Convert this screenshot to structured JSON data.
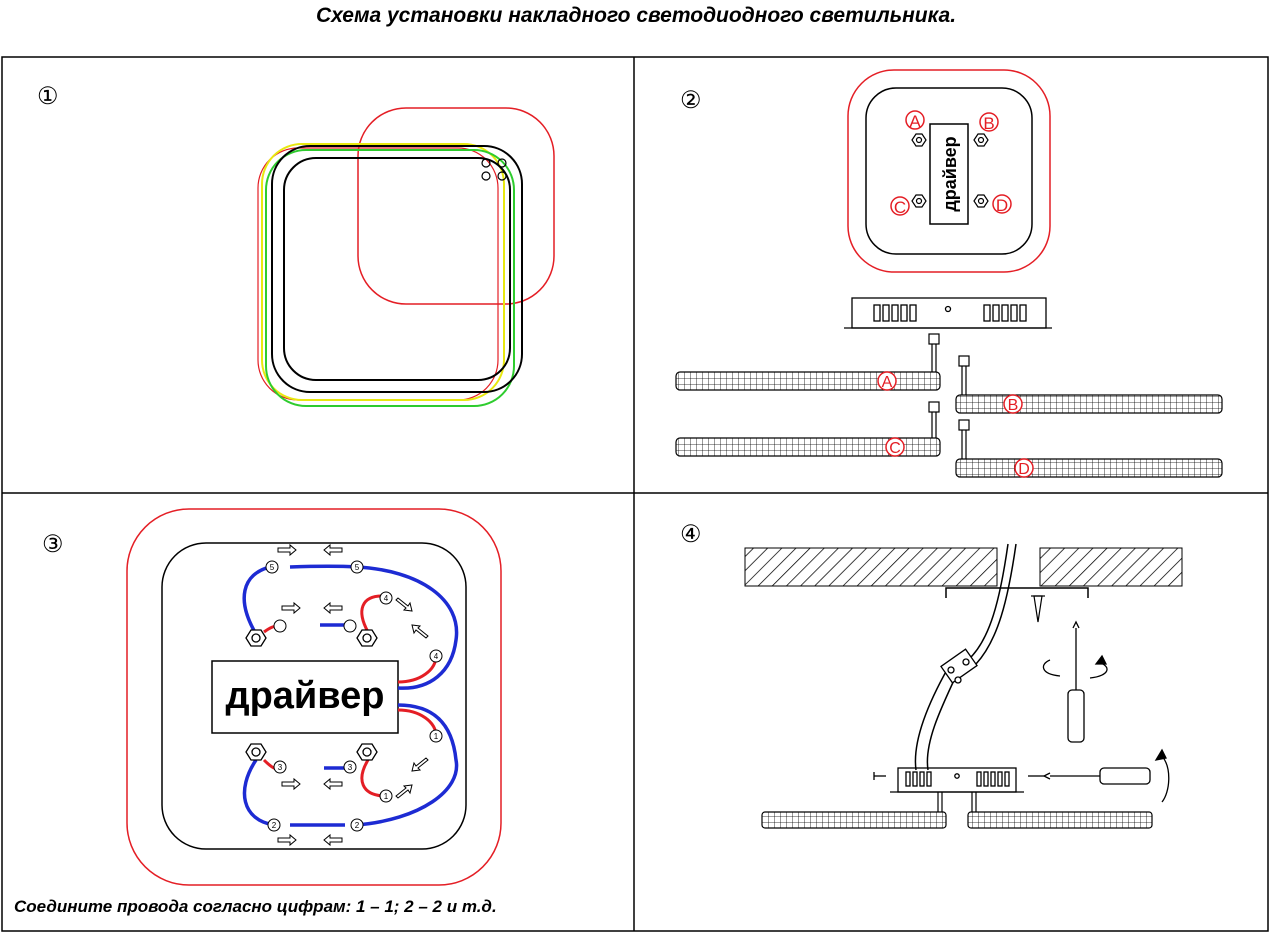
{
  "title": "Схема установки накладного светодиодного светильника.",
  "panels": [
    {
      "step": "①"
    },
    {
      "step": "②",
      "driver_label": "драйвер",
      "connectors": [
        "A",
        "B",
        "C",
        "D"
      ]
    },
    {
      "step": "③",
      "driver_label": "драйвер",
      "caption": "Соедините провода согласно цифрам: 1 – 1; 2 – 2 и т.д.",
      "wire_numbers": [
        "5",
        "5",
        "4",
        "4",
        "3",
        "3",
        "2",
        "2",
        "1",
        "1"
      ]
    },
    {
      "step": "④"
    }
  ],
  "colors": {
    "outline": "#000000",
    "red": "#e41e25",
    "blue": "#1d2bd3",
    "green": "#2ecc2e",
    "yellow": "#e8e810"
  }
}
